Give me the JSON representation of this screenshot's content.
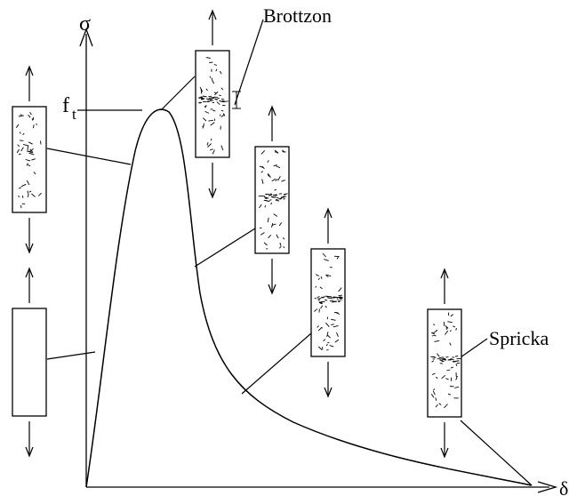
{
  "labels": {
    "sigma": "σ",
    "delta": "δ",
    "ft_main": "f",
    "ft_sub": "t",
    "brottzon": "Brottzon",
    "spricka": "Spricka"
  },
  "colors": {
    "ink": "#000000",
    "background": "#ffffff"
  }
}
